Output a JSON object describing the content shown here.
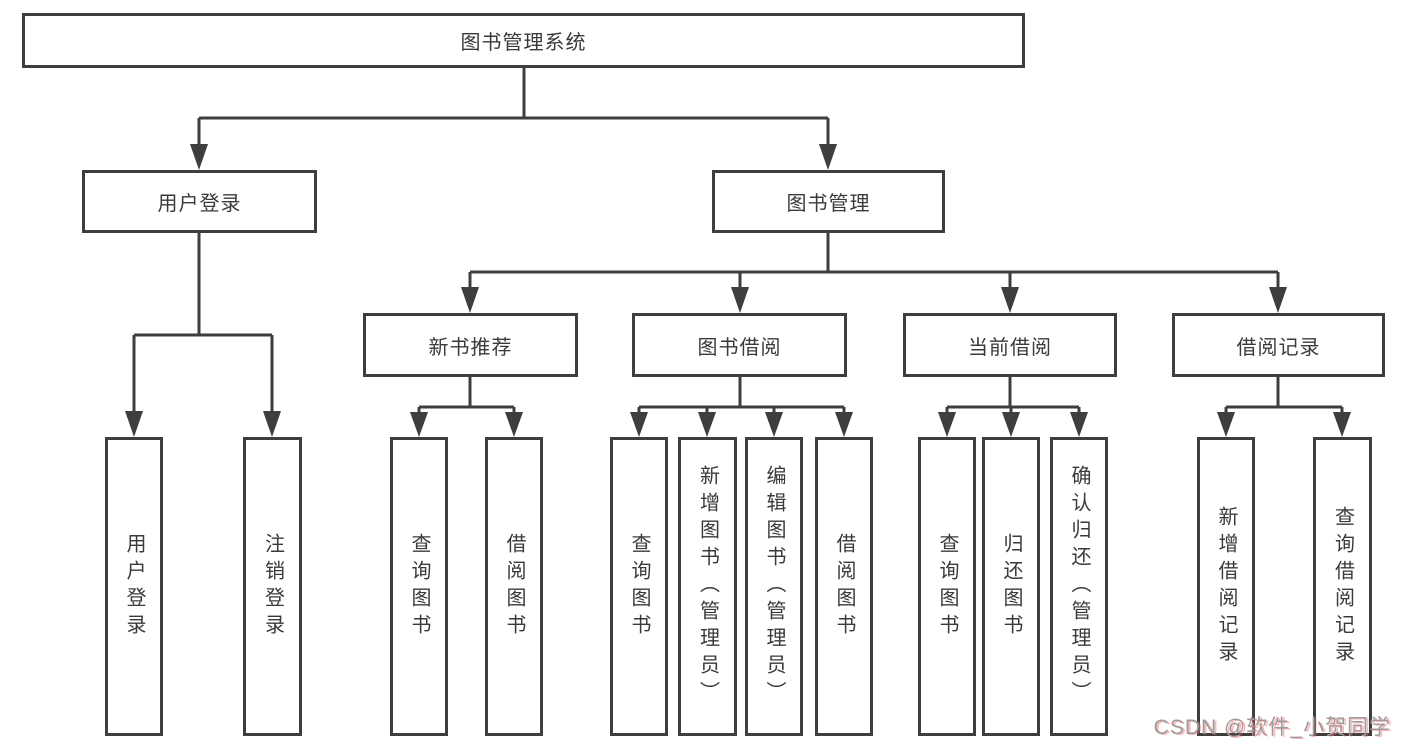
{
  "title": "图书管理系统",
  "level2": {
    "left": {
      "label": "用户登录"
    },
    "right": {
      "label": "图书管理"
    }
  },
  "groups": {
    "login": {
      "children": [
        {
          "label": "用户登录"
        },
        {
          "label": "注销登录"
        }
      ]
    },
    "recommend": {
      "label": "新书推荐",
      "children": [
        {
          "label": "查询图书"
        },
        {
          "label": "借阅图书"
        }
      ]
    },
    "borrow": {
      "label": "图书借阅",
      "children": [
        {
          "label": "查询图书"
        },
        {
          "label": "新增图书（管理员）"
        },
        {
          "label": "编辑图书（管理员）"
        },
        {
          "label": "借阅图书"
        }
      ]
    },
    "current": {
      "label": "当前借阅",
      "children": [
        {
          "label": "查询图书"
        },
        {
          "label": "归还图书"
        },
        {
          "label": "确认归还（管理员）"
        }
      ]
    },
    "records": {
      "label": "借阅记录",
      "children": [
        {
          "label": "新增借阅记录"
        },
        {
          "label": "查询借阅记录"
        }
      ]
    }
  },
  "watermark": {
    "text": "CSDN @软件_小贺同学"
  },
  "colors": {
    "line": "#3e3e3e",
    "text": "#3a3a3a",
    "watermark_gray": "#9c9c9c",
    "watermark_red": "#fc5f5f",
    "background": "#ffffff"
  }
}
